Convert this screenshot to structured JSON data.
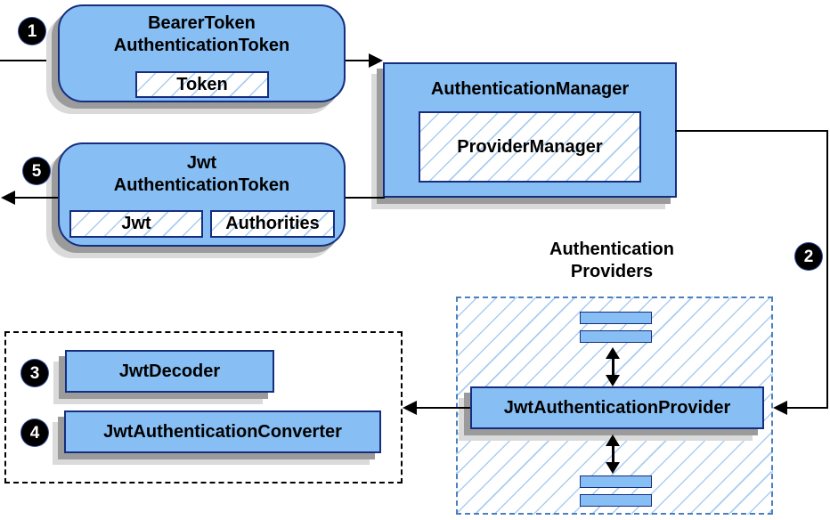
{
  "colors": {
    "node_fill": "#87BEF3",
    "node_border": "#162E80",
    "hatch_line": "#A9CDF2",
    "providers_dash": "#4C7FC0",
    "shadow_dark": "#9B9B9B",
    "shadow_light": "#DADADA",
    "line_color": "#000000",
    "badge_bg": "#000000",
    "badge_text": "#FFFFFF"
  },
  "badges": {
    "step1": "1",
    "step2": "2",
    "step3": "3",
    "step4": "4",
    "step5": "5"
  },
  "nodes": {
    "bearer_token": {
      "title_line1": "BearerToken",
      "title_line2": "AuthenticationToken",
      "field_token": "Token"
    },
    "authentication_manager": {
      "title": "AuthenticationManager",
      "field_provider_manager": "ProviderManager"
    },
    "jwt_token": {
      "title_line1": "Jwt",
      "title_line2": "AuthenticationToken",
      "field_jwt": "Jwt",
      "field_authorities": "Authorities"
    },
    "providers_group": {
      "title_line1": "Authentication",
      "title_line2": "Providers",
      "provider_label": "JwtAuthenticationProvider"
    },
    "decoder_group": {
      "decoder_label": "JwtDecoder",
      "converter_label": "JwtAuthenticationConverter"
    }
  }
}
